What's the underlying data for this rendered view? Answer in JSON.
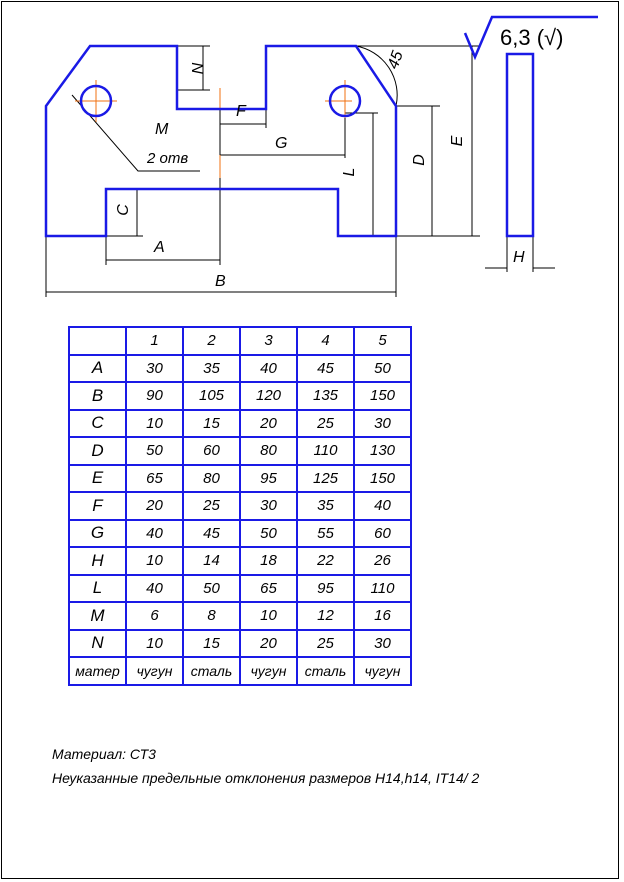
{
  "drawing": {
    "dim_labels": {
      "N": "N",
      "F": "F",
      "G": "G",
      "L": "L",
      "D": "D",
      "E": "E",
      "C": "C",
      "A": "A",
      "B": "B",
      "H": "H"
    },
    "chamfer_angle": "45",
    "hole_diameter_label": "М",
    "hole_count": "2 отв",
    "roughness": "6,3 (√)"
  },
  "table": {
    "columns": [
      "1",
      "2",
      "3",
      "4",
      "5"
    ],
    "rows": [
      {
        "label": "A",
        "values": [
          "30",
          "35",
          "40",
          "45",
          "50"
        ]
      },
      {
        "label": "B",
        "values": [
          "90",
          "105",
          "120",
          "135",
          "150"
        ]
      },
      {
        "label": "C",
        "values": [
          "10",
          "15",
          "20",
          "25",
          "30"
        ]
      },
      {
        "label": "D",
        "values": [
          "50",
          "60",
          "80",
          "110",
          "130"
        ]
      },
      {
        "label": "E",
        "values": [
          "65",
          "80",
          "95",
          "125",
          "150"
        ]
      },
      {
        "label": "F",
        "values": [
          "20",
          "25",
          "30",
          "35",
          "40"
        ]
      },
      {
        "label": "G",
        "values": [
          "40",
          "45",
          "50",
          "55",
          "60"
        ]
      },
      {
        "label": "H",
        "values": [
          "10",
          "14",
          "18",
          "22",
          "26"
        ]
      },
      {
        "label": "L",
        "values": [
          "40",
          "50",
          "65",
          "95",
          "110"
        ]
      },
      {
        "label": "M",
        "values": [
          "6",
          "8",
          "10",
          "12",
          "16"
        ]
      },
      {
        "label": "N",
        "values": [
          "10",
          "15",
          "20",
          "25",
          "30"
        ]
      },
      {
        "label": "матер",
        "values": [
          "чугун",
          "сталь",
          "чугун",
          "сталь",
          "чугун"
        ]
      }
    ]
  },
  "notes": {
    "material": "Материал: СТ3",
    "tolerances": "Неуказанные предельные отклонения размеров H14,h14, IT14/ 2"
  }
}
